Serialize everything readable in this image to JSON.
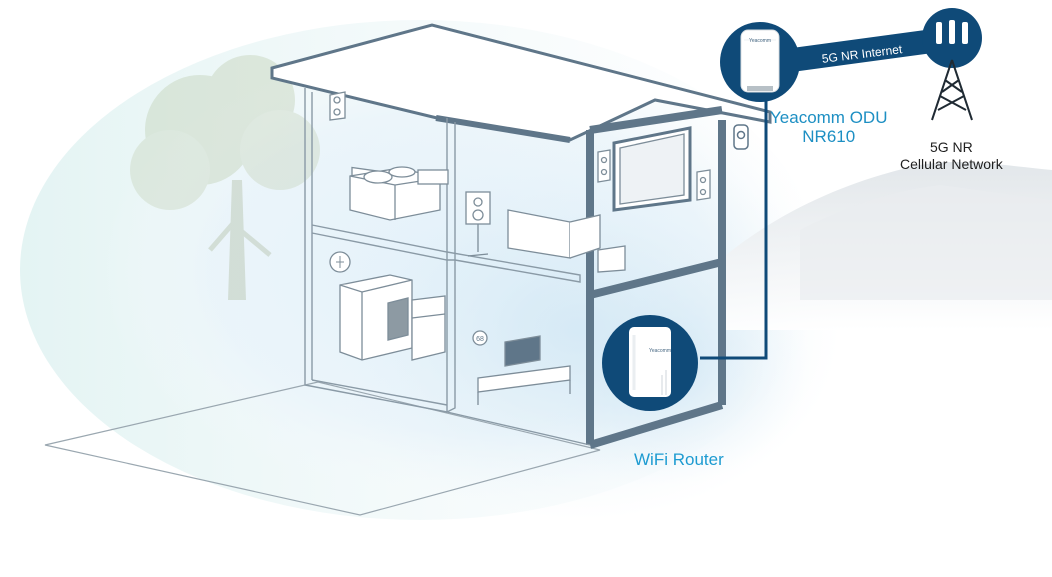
{
  "labels": {
    "odu_line1": "Yeacomm ODU",
    "odu_line2": "NR610",
    "router": "WiFi Router",
    "cell_line1": "5G NR",
    "cell_line2": "Cellular Network",
    "link": "5G NR Internet",
    "router_brand": "Yeacomm",
    "odu_brand": "Yeacomm",
    "thermostat": "68"
  },
  "colors": {
    "accent": "#1d8fc3",
    "badge": "#0f4a78",
    "wall": "#5f7689",
    "line": "#8a9aa6",
    "glow": "#dcecf6",
    "hill": "#e6ebef"
  }
}
